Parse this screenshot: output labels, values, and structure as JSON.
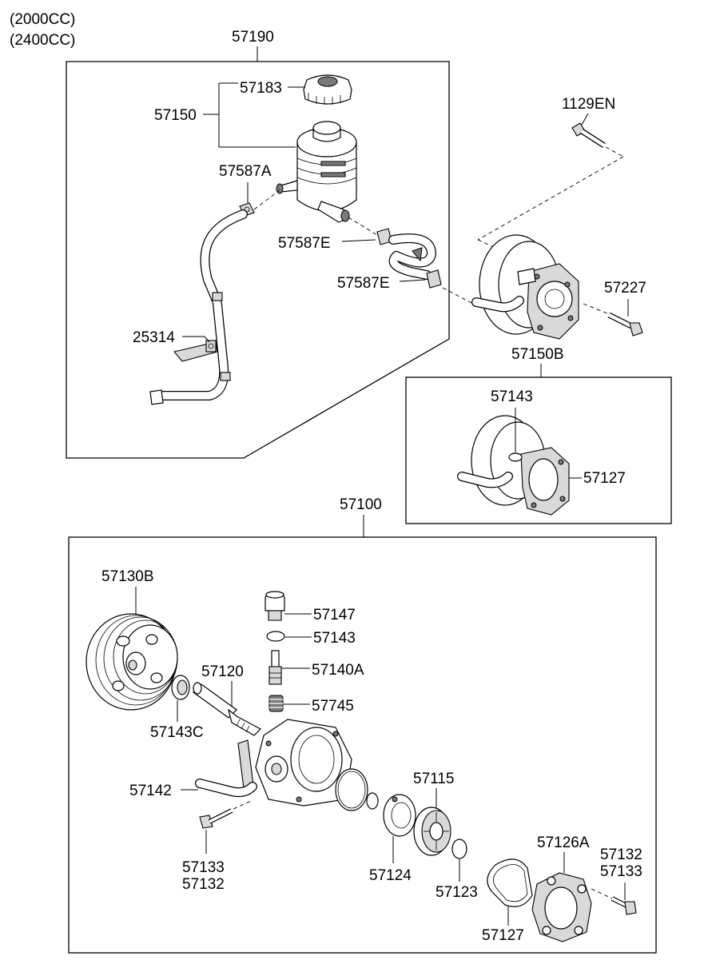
{
  "engine_notes": [
    "(2000CC)",
    "(2400CC)"
  ],
  "assemblies": {
    "reservoir_group": "57190",
    "pump_assembly": "57150B",
    "pump_internals": "57100"
  },
  "labels": {
    "cap": "57183",
    "reservoir": "57150",
    "clamp_a": "57587A",
    "clamp_e_upper": "57587E",
    "clamp_e_lower": "57587E",
    "hose_bracket": "25314",
    "bolt_top": "1129EN",
    "bolt_side": "57227",
    "oring_inset": "57143",
    "gasket_inset": "57127",
    "pulley": "57130B",
    "connector": "57147",
    "oring_valve": "57143",
    "flow_valve": "57140A",
    "spring": "57745",
    "shaft": "57120",
    "seal": "57143C",
    "suction_pipe": "57142",
    "bolt_bracket_a": "57133",
    "bolt_bracket_b": "57132",
    "rotor": "57115",
    "cam_ring": "57124",
    "snap_ring": "57123",
    "gasket_cover": "57127",
    "rear_cover": "57126A",
    "bolt_cover_a": "57132",
    "bolt_cover_b": "57133"
  }
}
